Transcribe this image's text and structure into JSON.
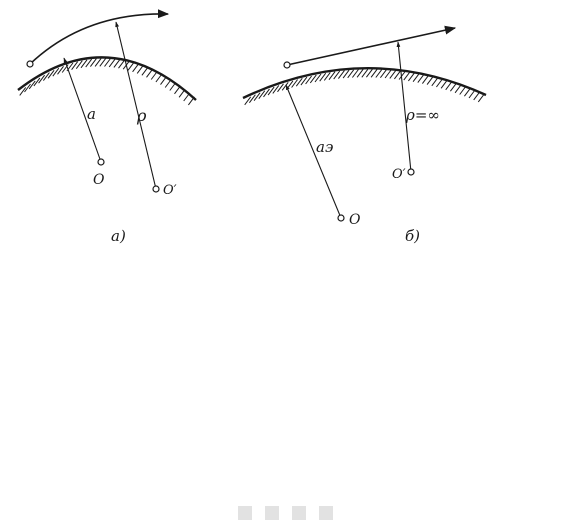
{
  "panel_a": {
    "label_radius_a": "a",
    "label_radius_rho": "ρ",
    "label_center_o": "O",
    "label_center_o_prime": "O′",
    "caption": "a)"
  },
  "panel_b": {
    "label_radius_ae": "aэ",
    "label_rho_infinity": "ρ=∞",
    "label_center_o": "O",
    "label_center_o_prime": "O′",
    "caption": "б)"
  }
}
